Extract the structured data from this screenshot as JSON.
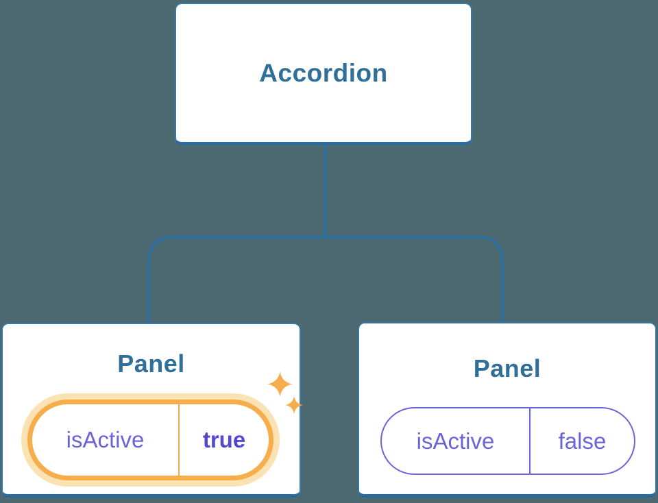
{
  "diagram": {
    "background_color": "#4C6971",
    "connector_color": "#2C70A2",
    "node_border_color": "#3878A6",
    "node_label_color": "#2F6F99",
    "prop_text_color": "#6B64D8",
    "highlight": {
      "ring_color": "#F6AD4B",
      "glow_color": "#FAE2B3",
      "value_text_color": "#5348CE",
      "sparkle_color": "#F6AD4B"
    },
    "root": {
      "label": "Accordion"
    },
    "children": [
      {
        "label": "Panel",
        "prop": {
          "name": "isActive",
          "value": "true"
        },
        "highlighted": true
      },
      {
        "label": "Panel",
        "prop": {
          "name": "isActive",
          "value": "false"
        },
        "highlighted": false
      }
    ],
    "icons": [
      {
        "name": "sparkle-icon-large"
      },
      {
        "name": "sparkle-icon-small"
      }
    ]
  }
}
